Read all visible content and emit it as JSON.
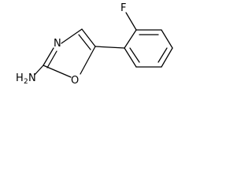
{
  "molecule": {
    "atoms": {
      "fluorine": "F",
      "ring_nitrogen": "N",
      "ring_oxygen": "O",
      "amine_h": "H",
      "amine_h_count": "2",
      "amine_n": "N"
    },
    "bond_color": "#000000",
    "background": "#ffffff"
  }
}
